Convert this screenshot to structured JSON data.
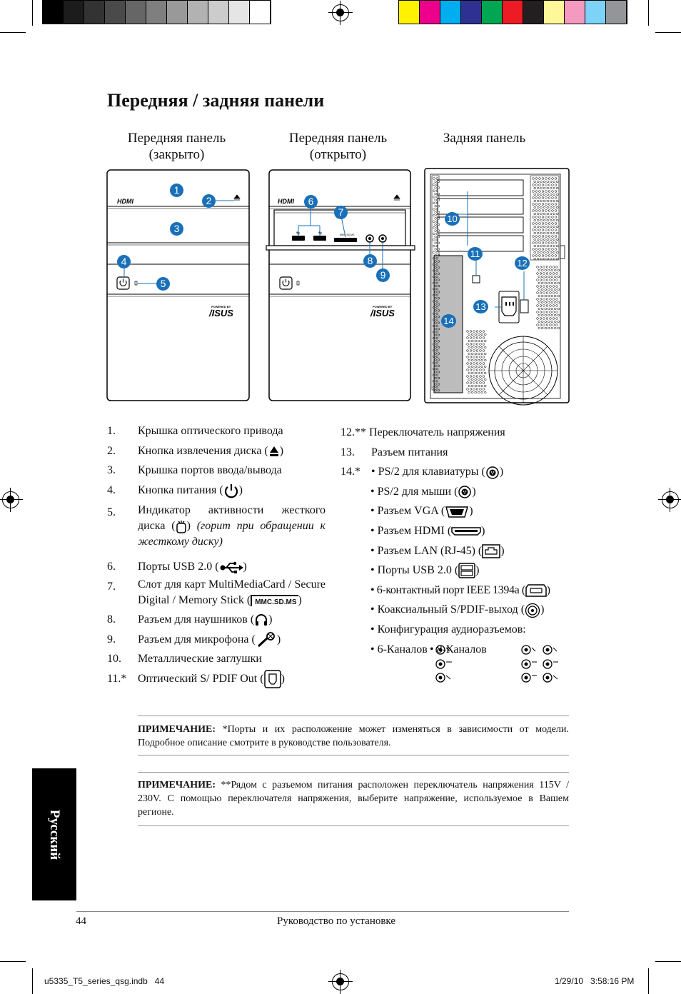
{
  "colors": {
    "callout": "#1a70b8",
    "grayscale_bar": [
      "#000000",
      "#1c1c1c",
      "#333333",
      "#4a4a4a",
      "#666666",
      "#7f7f7f",
      "#999999",
      "#b2b2b2",
      "#cccccc",
      "#e5e5e5",
      "#ffffff"
    ],
    "color_bar": [
      "#fff200",
      "#ec008c",
      "#00aeef",
      "#2e3192",
      "#00a651",
      "#ed1c24",
      "#231f20",
      "#fff799",
      "#f49ac1",
      "#7dd3f7",
      "#939598"
    ]
  },
  "title": "Передняя / задняя панели",
  "captions": {
    "front_closed": [
      "Передняя панель",
      "(закрыто)"
    ],
    "front_open": [
      "Передняя панель",
      "(открыто)"
    ],
    "rear": "Задняя панель"
  },
  "device_labels": {
    "hdmi": "HDMI",
    "powered_by": "POWERED BY",
    "brand": "/ISUS",
    "card_slot": "MMC.SD.MS"
  },
  "callouts": [
    "1",
    "2",
    "3",
    "4",
    "5",
    "6",
    "7",
    "8",
    "9",
    "10",
    "11",
    "12",
    "13",
    "14"
  ],
  "left_list": [
    {
      "num": "1.",
      "text": "Крышка оптического привода"
    },
    {
      "num": "2.",
      "text": "Кнопка извлечения диска (",
      "icon": "eject-icon",
      "after": ")"
    },
    {
      "num": "3.",
      "text": "Крышка портов ввода/вывода"
    },
    {
      "num": "4.",
      "text": "Кнопка питания (",
      "icon": "power-icon",
      "after": ")"
    },
    {
      "num": "5.",
      "text": "Индикатор активности жесткого диска (",
      "icon": "hdd-icon",
      "after": ")",
      "italic": "(горит при обращении к жесткому диску)"
    },
    {
      "num": "6.",
      "text": "Порты USB 2.0 (",
      "icon": "usb-icon",
      "after": ")"
    },
    {
      "num": "7.",
      "text": "Слот для карт MultiMediaCard / Secure Digital / Memory Stick (",
      "icon_text": "MMC.SD.MS",
      "after": ")"
    },
    {
      "num": "8.",
      "text": "Разъем для наушников (",
      "icon": "headphone-icon",
      "after": ")"
    },
    {
      "num": "9.",
      "text": "Разъем для микрофона (",
      "icon": "microphone-icon",
      "after": ")"
    },
    {
      "num": "10.",
      "text": "Металлические заглушки"
    },
    {
      "num": "11.*",
      "text": "Оптический S/ PDIF Out (",
      "icon": "optical-icon",
      "after": ")"
    }
  ],
  "right_list": {
    "item12": {
      "num": "12.**",
      "text": "Переключатель напряжения"
    },
    "item13": {
      "num": "13.",
      "text": "Разъем питания"
    },
    "item14_num": "14.*",
    "item14": [
      {
        "text": "• PS/2 для клавиатуры (",
        "icon": "ps2-keyboard-icon",
        "after": ")"
      },
      {
        "text": "• PS/2 для мыши (",
        "icon": "ps2-mouse-icon",
        "after": ")"
      },
      {
        "text": "• Разъем VGA (",
        "icon": "vga-icon",
        "after": ")"
      },
      {
        "text": "• Разъем HDMI (",
        "icon": "hdmi-icon",
        "after": ")"
      },
      {
        "text": "• Разъем LAN (RJ-45) (",
        "icon": "lan-icon",
        "after": ")"
      },
      {
        "text": "• Порты USB 2.0 (",
        "icon": "usb-port-icon",
        "after": ")"
      },
      {
        "text": "• 6-контактный порт IEEE 1394a (",
        "icon": "ieee1394-icon",
        "after": ")"
      },
      {
        "text": "• Коаксиальный S/PDIF-выход (",
        "icon": "coaxial-icon",
        "after": ")"
      },
      {
        "text": "• Конфигурация аудиоразъемов:"
      }
    ],
    "audio_6": "• 6-Каналов",
    "audio_8": "• 8-Каналов"
  },
  "notes": [
    {
      "label": "ПРИМЕЧАНИЕ:",
      "text": " *Порты и их расположение может изменяться в зависимости от модели. Подробное описание смотрите в руководстве пользователя."
    },
    {
      "label": "ПРИМЕЧАНИЕ:",
      "text": " **Рядом с разъемом питания расположен переключатель напряжения 115V / 230V. С помощью переключателя напряжения, выберите напряжение, используемое в Вашем регионе."
    }
  ],
  "sidebar_label": "Русский",
  "footer": {
    "page_number": "44",
    "guide": "Руководство по установке",
    "slug_file": "u5335_T5_series_qsg.indb   44",
    "slug_date": "1/29/10   3:58:16 PM"
  }
}
